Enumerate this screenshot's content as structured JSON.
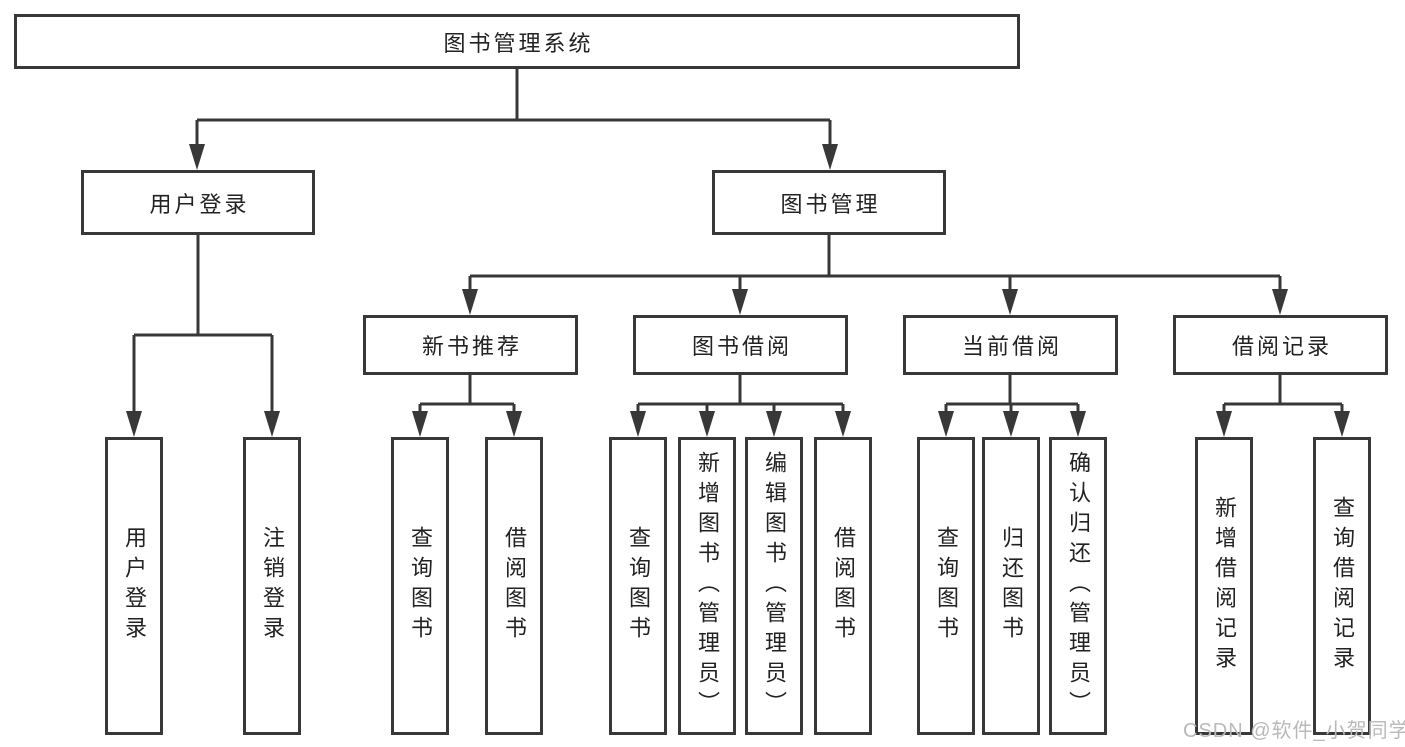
{
  "tree": {
    "root": {
      "label": "图书管理系统"
    },
    "level2": [
      {
        "label": "用户登录"
      },
      {
        "label": "图书管理"
      }
    ],
    "level3": [
      {
        "label": "新书推荐"
      },
      {
        "label": "图书借阅"
      },
      {
        "label": "当前借阅"
      },
      {
        "label": "借阅记录"
      }
    ],
    "leaves": [
      {
        "items": [
          {
            "label": "用户登录"
          },
          {
            "label": "注销登录"
          }
        ]
      },
      {
        "items": [
          {
            "label": "查询图书"
          },
          {
            "label": "借阅图书"
          }
        ]
      },
      {
        "items": [
          {
            "label": "查询图书"
          },
          {
            "label": "新增图书（管理员）"
          },
          {
            "label": "编辑图书（管理员）"
          },
          {
            "label": "借阅图书"
          }
        ]
      },
      {
        "items": [
          {
            "label": "查询图书"
          },
          {
            "label": "归还图书"
          },
          {
            "label": "确认归还（管理员）"
          }
        ]
      },
      {
        "items": [
          {
            "label": "新增借阅记录"
          },
          {
            "label": "查询借阅记录"
          }
        ]
      }
    ]
  },
  "watermark": {
    "text": "CSDN @软件_小贺同学"
  },
  "colors": {
    "line": "#383838",
    "text": "#222222",
    "watermark": "#b9b9b9",
    "background": "#ffffff"
  }
}
